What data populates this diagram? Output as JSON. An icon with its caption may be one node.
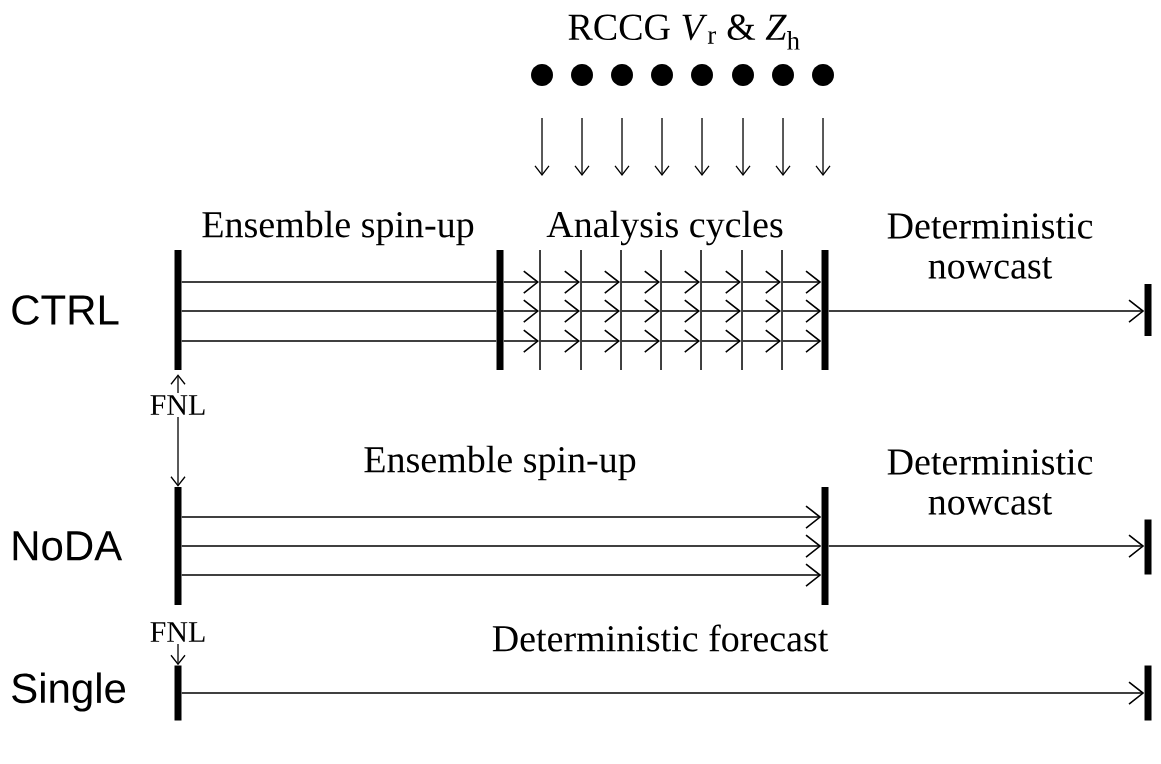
{
  "diagram": {
    "nodes": [
      {
        "text": [],
        "shape": "circle"
      },
      {
        "text": [],
        "shape": "circle"
      },
      {
        "text": [],
        "shape": "circle"
      },
      {
        "text": [],
        "shape": "circle"
      },
      {
        "text": [],
        "shape": "circle"
      },
      {
        "text": [],
        "shape": "circle"
      },
      {
        "text": [],
        "shape": "circle"
      },
      {
        "text": [],
        "shape": "circle"
      },
      {
        "text": [],
        "shape": "bar"
      },
      {
        "text": [],
        "shape": "bar"
      },
      {
        "text": [],
        "shape": "bar"
      },
      {
        "text": [],
        "shape": "bar"
      },
      {
        "text": [],
        "shape": "bar"
      },
      {
        "text": [],
        "shape": "bar"
      },
      {
        "text": [],
        "shape": "bar"
      },
      {
        "text": [],
        "shape": "bar"
      },
      {
        "text": [],
        "shape": "bar"
      },
      {
        "text": [],
        "shape": "bar"
      },
      {
        "text": [],
        "shape": "bar"
      },
      {
        "text": [
          "FNL"
        ]
      },
      {
        "text": [],
        "shape": "bar"
      },
      {
        "text": [],
        "shape": "bar"
      },
      {
        "text": [],
        "shape": "bar"
      },
      {
        "text": [
          "FNL"
        ]
      },
      {
        "text": [],
        "shape": "bar"
      },
      {
        "text": [],
        "shape": "bar"
      }
    ],
    "edges": [
      {
        "from": 8,
        "to": 9,
        "arrow": "none"
      },
      {
        "from": 8,
        "to": 9,
        "arrow": "none"
      },
      {
        "from": 8,
        "to": 9,
        "arrow": "none"
      },
      {
        "from": 9,
        "to": 10,
        "arrow": "to"
      },
      {
        "from": 9,
        "to": 10,
        "arrow": "to"
      },
      {
        "from": 9,
        "to": 10,
        "arrow": "to"
      },
      {
        "from": 10,
        "to": 11,
        "arrow": "to"
      },
      {
        "from": 10,
        "to": 11,
        "arrow": "to"
      },
      {
        "from": 10,
        "to": 11,
        "arrow": "to"
      },
      {
        "from": 11,
        "to": 12,
        "arrow": "to"
      },
      {
        "from": 11,
        "to": 12,
        "arrow": "to"
      },
      {
        "from": 11,
        "to": 12,
        "arrow": "to"
      },
      {
        "from": 12,
        "to": 13,
        "arrow": "to"
      },
      {
        "from": 12,
        "to": 13,
        "arrow": "to"
      },
      {
        "from": 12,
        "to": 13,
        "arrow": "to"
      },
      {
        "from": 13,
        "to": 14,
        "arrow": "to"
      },
      {
        "from": 13,
        "to": 14,
        "arrow": "to"
      },
      {
        "from": 13,
        "to": 14,
        "arrow": "to"
      },
      {
        "from": 14,
        "to": 15,
        "arrow": "to"
      },
      {
        "from": 14,
        "to": 15,
        "arrow": "to"
      },
      {
        "from": 14,
        "to": 15,
        "arrow": "to"
      },
      {
        "from": 15,
        "to": 16,
        "arrow": "to"
      },
      {
        "from": 15,
        "to": 16,
        "arrow": "to"
      },
      {
        "from": 15,
        "to": 16,
        "arrow": "to"
      },
      {
        "from": 16,
        "to": 17,
        "arrow": "to"
      },
      {
        "from": 16,
        "to": 17,
        "arrow": "to"
      },
      {
        "from": 16,
        "to": 17,
        "arrow": "to"
      },
      {
        "from": 17,
        "to": 18,
        "arrow": "to"
      },
      {
        "from": 19,
        "to": 8,
        "arrow": "to"
      },
      {
        "from": 19,
        "to": 20,
        "arrow": "to"
      },
      {
        "from": 20,
        "to": 21,
        "arrow": "to"
      },
      {
        "from": 20,
        "to": 21,
        "arrow": "to"
      },
      {
        "from": 20,
        "to": 21,
        "arrow": "to"
      },
      {
        "from": 21,
        "to": 22,
        "arrow": "to"
      },
      {
        "from": 23,
        "to": 24,
        "arrow": "to"
      },
      {
        "from": 24,
        "to": 25,
        "arrow": "to"
      }
    ],
    "labels": [
      "RCCG *V*$_{r}$ & *Z*$_{h}$",
      "Ensemble spin-up",
      "Analysis cycles",
      "Deterministic nowcast",
      "CTRL",
      "Ensemble spin-up",
      "Deterministic nowcast",
      "NoDA",
      "Deterministic forecast",
      "Single"
    ]
  }
}
